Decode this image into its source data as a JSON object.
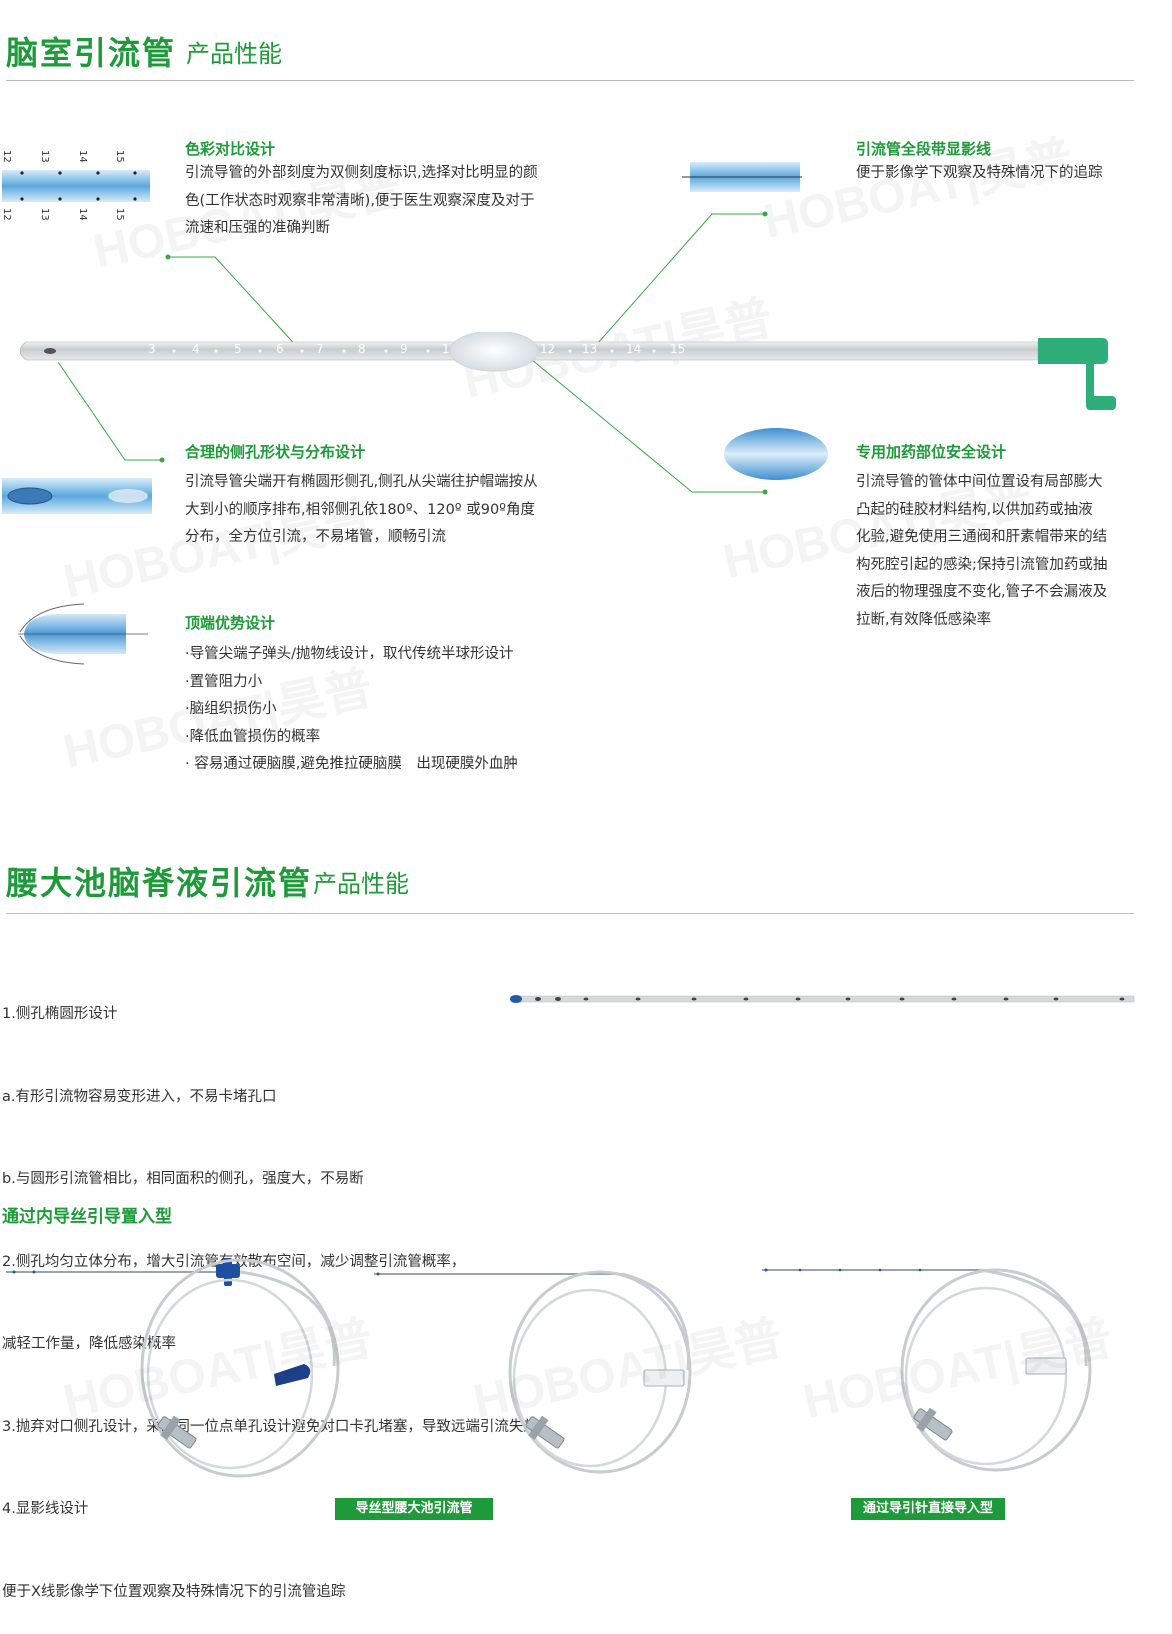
{
  "colors": {
    "brand_green": "#1f9a3a",
    "tube_blue": "#5aa8de",
    "connector_green": "#2fae7a"
  },
  "watermark": "HOBOAT|昊普",
  "section1": {
    "title": "脑室引流管",
    "subtitle": "产品性能",
    "scale_ticks": [
      "12",
      "13",
      "14",
      "15"
    ],
    "catheter_marks": [
      "3",
      "4",
      "5",
      "6",
      "7",
      "8",
      "9",
      "1",
      "12",
      "13",
      "14",
      "15"
    ],
    "features": [
      {
        "title": "色彩对比设计",
        "lines": [
          "引流导管的外部刻度为双侧刻度标识,选择对比明显的颜",
          "色(工作状态时观察非常清晰),便于医生观察深度及对于",
          "流速和压强的准确判断"
        ]
      },
      {
        "title": "引流管全段带显影线",
        "lines": [
          "便于影像学下观察及特殊情况下的追踪"
        ]
      },
      {
        "title": "合理的侧孔形状与分布设计",
        "lines": [
          "引流导管尖端开有椭圆形侧孔,侧孔从尖端往护帽端按从",
          "大到小的顺序排布,相邻侧孔依180º、120º 或90º角度",
          "分布，全方位引流，不易堵管，顺畅引流"
        ]
      },
      {
        "title": "专用加药部位安全设计",
        "lines": [
          "引流导管的管体中间位置设有局部膨大",
          "凸起的硅胶材料结构,以供加药或抽液",
          "化验,避免使用三通阀和肝素帽带来的结",
          "构死腔引起的感染;保持引流管加药或抽",
          "液后的物理强度不变化,管子不会漏液及",
          "拉断,有效降低感染率"
        ]
      },
      {
        "title": "顶端优势设计",
        "lines": [
          "·导管尖端子弹头/抛物线设计，取代传统半球形设计",
          "·置管阻力小",
          "·脑组织损伤小",
          "·降低血管损伤的概率",
          "· 容易通过硬脑膜,避免推拉硬脑膜　出现硬膜外血肿"
        ]
      }
    ]
  },
  "section2": {
    "title": "腰大池脑脊液引流管",
    "subtitle": "产品性能",
    "list": [
      "1.侧孔椭圆形设计",
      "   a.有形引流物容易变形进入，不易卡堵孔口",
      "   b.与圆形引流管相比，相同面积的侧孔，强度大，不易断",
      "2.侧孔均匀立体分布，增大引流管有效散布空间，减少调整引流管概率，",
      "   减轻工作量，降低感染概率",
      "3.抛弃对口侧孔设计，采用同一位点单孔设计避免对口卡孔堵塞，导致远端引流失效",
      "4.显影线设计",
      "   便于X线影像学下位置观察及特殊情况下的引流管追踪"
    ],
    "subheading": "通过内导丝引导置入型",
    "labels": [
      "导丝型腰大池引流管",
      "通过导引针直接导入型"
    ]
  }
}
